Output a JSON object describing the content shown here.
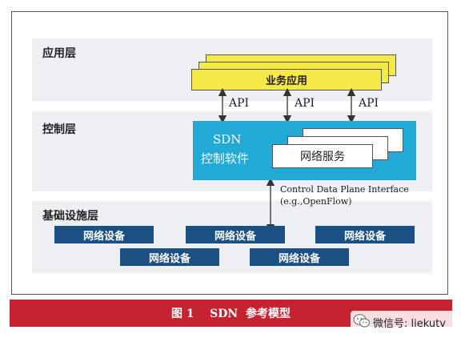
{
  "layers": {
    "application": "应用层",
    "control": "控制层",
    "infrastructure": "基础设施层"
  },
  "application_box": {
    "label": "业务应用"
  },
  "api_labels": [
    "API",
    "API",
    "API"
  ],
  "controller": {
    "line1": "SDN",
    "line2": "控制软件"
  },
  "network_service": {
    "label": "网络服务"
  },
  "interface": {
    "line1": "Control Data Plane Interface",
    "line2": "(e.g.,OpenFlow)"
  },
  "devices": [
    "网络设备",
    "网络设备",
    "网络设备",
    "网络设备",
    "网络设备"
  ],
  "caption": "图 1    SDN  参考模型",
  "watermark": "微信号: liekutv",
  "colors": {
    "layer_band": "#eeeff2",
    "app_yellow": "#f5e94a",
    "controller_blue": "#22aad6",
    "device_navy": "#1c4f82",
    "caption_red": "#c52330"
  }
}
